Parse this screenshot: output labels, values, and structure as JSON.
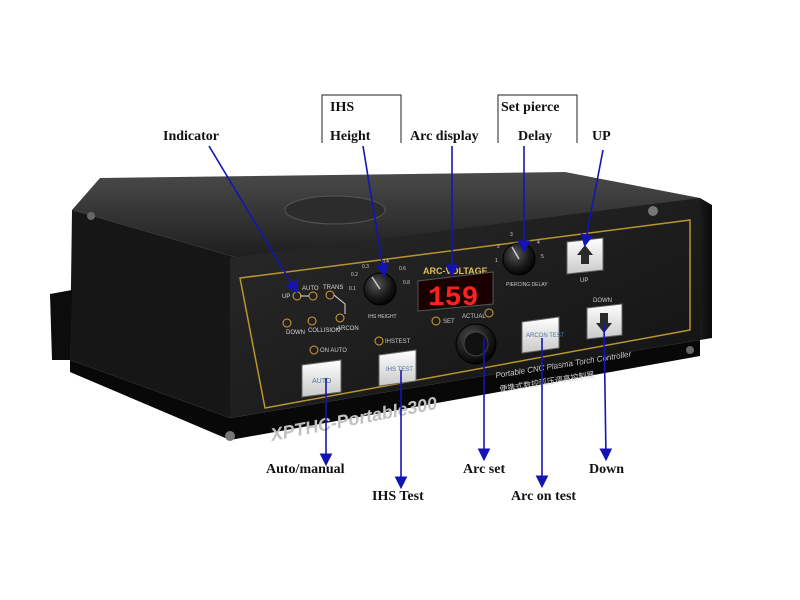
{
  "callouts": {
    "indicator": "Indicator",
    "ihs_top": "IHS",
    "ihs_bottom": "Height",
    "arc_display": "Arc display",
    "set_pierce_top": "Set pierce",
    "set_pierce_bottom": "Delay",
    "up": "UP",
    "auto_manual": "Auto/manual",
    "ihs_test": "IHS Test",
    "arc_set": "Arc set",
    "arc_on_test": "Arc on test",
    "down": "Down"
  },
  "panel": {
    "display_value": "159",
    "display_title": "ARC-VOLTAGE",
    "set_label": "SET",
    "actual_label": "ACTUAL",
    "brand": "XPTHC-Portable300",
    "subtitle": "Portable CNC Plasma Torch Controller",
    "chinese_subtitle": "便携式数控弧压调高控制器",
    "indicator_up": "UP",
    "indicator_auto": "AUTO",
    "indicator_trans": "TRANS",
    "indicator_down": "DOWN",
    "indicator_collision": "COLLISION",
    "indicator_arcon": "ARCON",
    "on_auto": "ON AUTO",
    "ihs_test_led": "IHSTEST",
    "height_knob_label": "IHS HEIGHT",
    "delay_knob_label": "PIERCING DELAY",
    "button_auto": "AUTO",
    "button_ihs_test": "IHS TEST",
    "button_arcon_test": "ARCON TEST",
    "button_up": "UP",
    "button_down": "DOWN",
    "knob_marks_left": [
      "0.3",
      "0.2",
      "0.1",
      "0.6",
      "0.8",
      "0.4"
    ],
    "knob_marks_right": [
      "1",
      "2",
      "3",
      "4",
      "5"
    ]
  }
}
